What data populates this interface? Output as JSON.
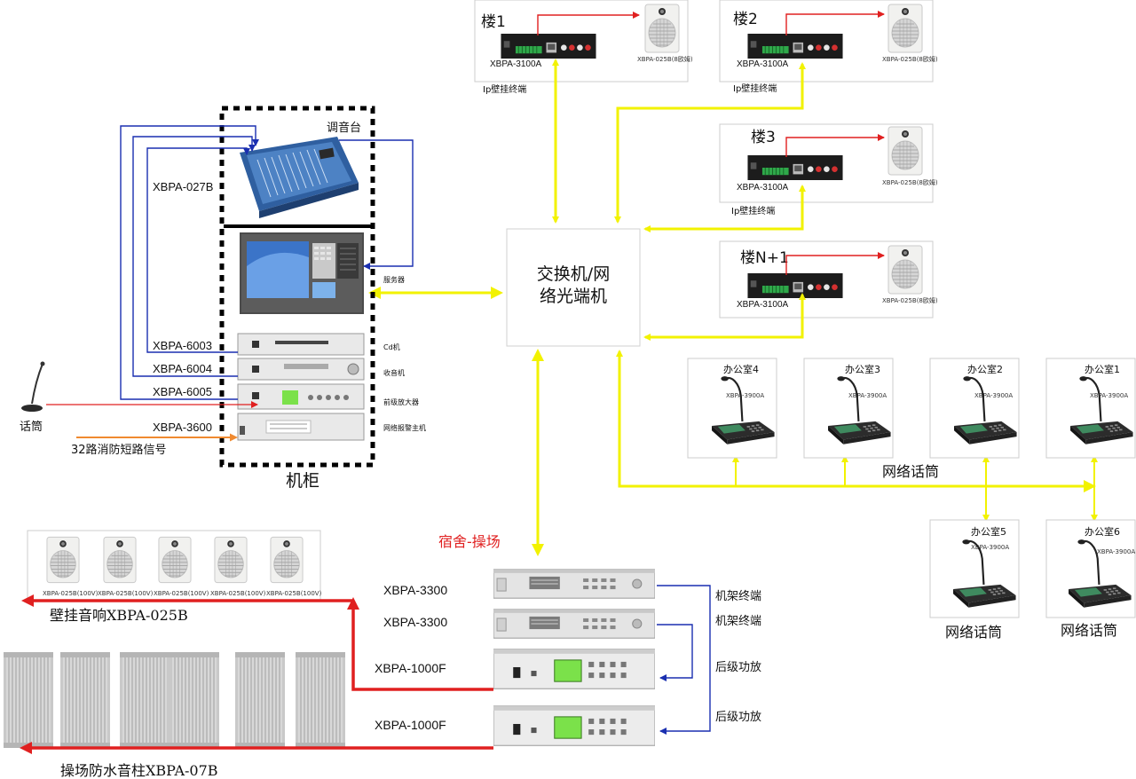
{
  "colors": {
    "yellow_link": "#f2f200",
    "red_line": "#e02020",
    "blue_line": "#1a2fb0",
    "orange_line": "#f08a30",
    "cabinet_border": "#000000",
    "device_panel": "#1c1c1c",
    "lcd_green": "#7be14a"
  },
  "switch": {
    "line1": "交换机/网",
    "line2": "络光端机"
  },
  "cabinet": {
    "label": "机柜",
    "mixer_label": "调音台",
    "mixer_model": "XBPA-027B",
    "server_label": "服务器",
    "rows": [
      {
        "model": "XBPA-6003",
        "desc": "Cd机"
      },
      {
        "model": "XBPA-6004",
        "desc": "收音机"
      },
      {
        "model": "XBPA-6005",
        "desc": "前级放大器"
      },
      {
        "model": "XBPA-3600",
        "desc": "网络报警主机"
      }
    ],
    "mic_label": "话筒",
    "fire_signal": "32路消防短路信号"
  },
  "buildings": [
    {
      "name": "楼1",
      "model": "XBPA-3100A",
      "speaker": "XBPA-025B(8欧姆)",
      "caption": "Ip壁挂终端"
    },
    {
      "name": "楼2",
      "model": "XBPA-3100A",
      "speaker": "XBPA-025B(8欧姆)",
      "caption": "Ip壁挂终端"
    },
    {
      "name": "楼3",
      "model": "XBPA-3100A",
      "speaker": "XBPA-025B(8欧姆)",
      "caption": "Ip壁挂终端"
    },
    {
      "name": "楼N+1",
      "model": "XBPA-3100A",
      "speaker": "XBPA-025B(8欧姆)",
      "caption": ""
    }
  ],
  "offices": [
    {
      "name": "办公室4",
      "model": "XBPA-3900A"
    },
    {
      "name": "办公室3",
      "model": "XBPA-3900A"
    },
    {
      "name": "办公室2",
      "model": "XBPA-3900A"
    },
    {
      "name": "办公室1",
      "model": "XBPA-3900A"
    },
    {
      "name": "办公室5",
      "model": "XBPA-3900A"
    },
    {
      "name": "办公室6",
      "model": "XBPA-3900A"
    }
  ],
  "network_mic_label": "网络话筒",
  "dorm": {
    "title": "宿舍-操场",
    "racks": [
      {
        "model": "XBPA-3300",
        "desc": "机架终端"
      },
      {
        "model": "XBPA-3300",
        "desc": "机架终端"
      },
      {
        "model": "XBPA-1000F",
        "desc": "后级功放"
      },
      {
        "model": "XBPA-1000F",
        "desc": "后级功放"
      }
    ],
    "wall_speakers_label": "壁挂音响XBPA-025B",
    "wall_speaker_caption": "XBPA-025B(100V)",
    "column_speakers_label": "操场防水音柱XBPA-07B"
  }
}
